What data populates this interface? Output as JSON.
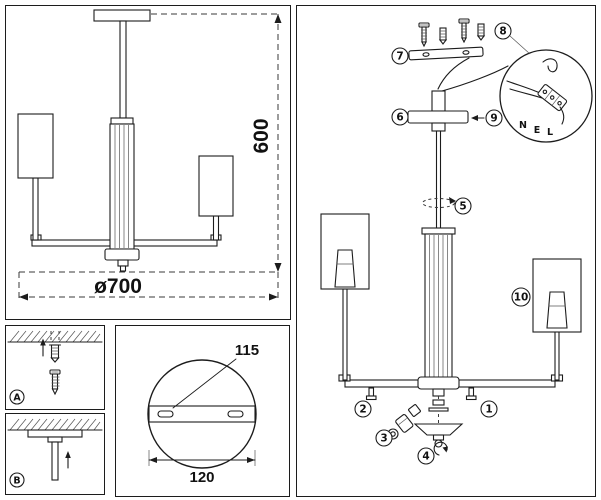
{
  "front_view": {
    "height_dim": "600",
    "diameter_dim": "ø700"
  },
  "plate_view": {
    "dim_spacing": "115",
    "dim_width": "120"
  },
  "details": {
    "a_label": "A",
    "b_label": "B"
  },
  "exploded": {
    "parts": [
      "1",
      "2",
      "3",
      "4",
      "5",
      "6",
      "7",
      "8",
      "9",
      "10"
    ],
    "wiring": {
      "n": "N",
      "e": "E",
      "l": "L"
    }
  }
}
